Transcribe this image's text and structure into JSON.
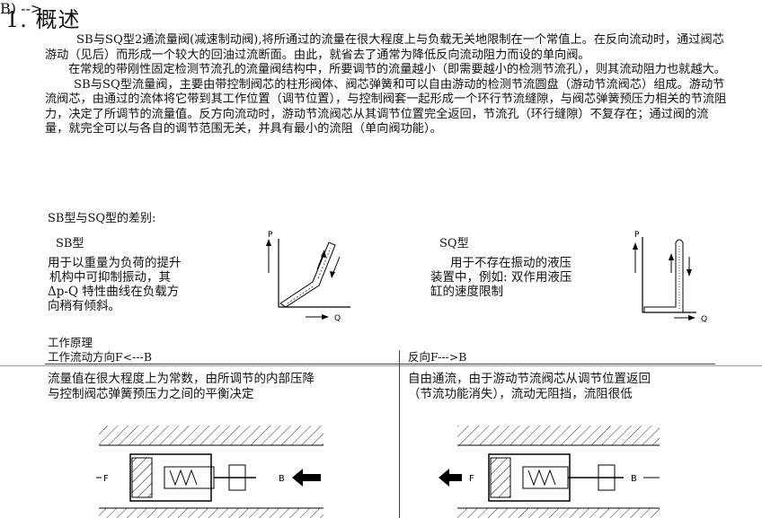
{
  "heading": "1. 概述",
  "paragraphs": [
    "SB与SQ型2通流量阀(减速制动阀),将所通过的流量在很大程度上与负载无关地限制在一个常值上。在反向流动时，通过阀芯游动（见后）而形成一个较大的回油过流断面。由此，就省去了通常为降低反向流动阻力而设的单向阀。",
    "在常规的带刚性固定检测节流孔的流量阀结构中，所要调节的流量越小（即需要越小的检测节流孔），则其流动阻力也就越大。",
    "SB与SQ型流量阀，主要由带控制阀芯的柱形阀体、阀芯弹簧和可以自由游动的检测节流圆盘（游动节流阀芯）组成。游动节流阀芯，由通过的流体将它带到其工作位置（调节位置），与控制阀套一起形成一个环行节流缝隙，与阀芯弹簧预压力相关的节流阻力，决定了所调节的流量值。反方向流动时，游动节流阀芯从其调节位置完全返回，节流孔（环行缝隙）不复存在；通过阀的流量，就完全可以与各自的调节范围无关，并具有最小的流阻（单向阀功能）。"
  ],
  "diff_title": "SB型与SQ型的差别:",
  "sb": {
    "label": "SB型",
    "desc": [
      "用于以重量为负荷的提升",
      "机构中可抑制振动，其",
      "Δp-Q 特性曲线在负载方",
      "向稍有倾斜。"
    ],
    "axis_p": "P",
    "axis_q": "Q"
  },
  "sq": {
    "label": "SQ型",
    "desc": [
      "用于不存在振动的液压",
      "装置中，例如: 双作用液压",
      "缸的速度限制"
    ],
    "axis_p": "P",
    "axis_q": "Q"
  },
  "principle": {
    "title": "工作原理",
    "left_header": "工作流动方向F<---B",
    "right_header": "反向F--->B",
    "left_text": [
      "流量值在很大程度上为常数，由所调节的内部压降",
      "与控制阀芯弹簧预压力之间的平衡决定"
    ],
    "right_text": [
      "自由通流，由于游动节流阀芯从调节位置返回",
      "（节流功能消失），流动无阻挡，流阻很低"
    ],
    "left_labels": {
      "f": "F",
      "b": "B"
    },
    "right_labels": {
      "f": "F",
      "b": "B"
    }
  }
}
